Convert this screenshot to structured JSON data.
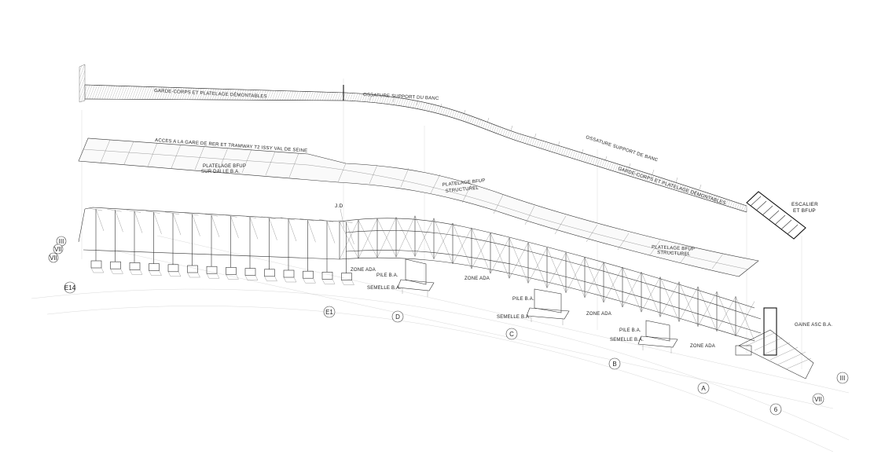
{
  "labels": {
    "garde_corps_1": "GARDE-CORPS ET PLATELAGE DÉMONTABLES",
    "ossature_1": "OSSATURE SUPPORT DU BANC",
    "ossature_2": "OSSATURE SUPPORT DE BANC",
    "garde_corps_2": "GARDE-CORPS ET PLATELAGE DÉMONTABLES",
    "acces": "ACCES A LA GARE DE RER ET TRAMWAY T2 ISSY VAL DE SEINE",
    "platelage_dalle_1": "PLATELAGE BFUP",
    "platelage_dalle_2": "SUR DALLE B.A.",
    "platelage_struct_1": "PLATELAGE BFUP",
    "platelage_struct_1b": "STRUCTUREL",
    "platelage_struct_2": "PLATELAGE BFUP",
    "platelage_struct_2b": "STRUCTUREL",
    "escalier_1": "ESCALIER",
    "escalier_2": "ET BFUP",
    "jd": "J.D",
    "zone_ada_1": "ZONE ADA",
    "pile_1": "PILE B.A.",
    "semelle_1": "SEMELLE B.A.",
    "zone_ada_2": "ZONE ADA",
    "pile_2": "PILE B.A.",
    "semelle_2": "SEMELLE B.A.",
    "zone_ada_3": "ZONE ADA",
    "pile_3": "PILE B.A.",
    "semelle_3": "SEMELLE B.A.",
    "zone_ada_4": "ZONE ADA",
    "gaine": "GAINE ASC B.A."
  },
  "grid": {
    "left_iii": "III",
    "left_vii_a": "VII",
    "left_vii_b": "VII",
    "e14": "E14",
    "e1": "E1",
    "d": "D",
    "c": "C",
    "b": "B",
    "a": "A",
    "six": "6",
    "right_vii": "VII",
    "right_iii": "III"
  }
}
